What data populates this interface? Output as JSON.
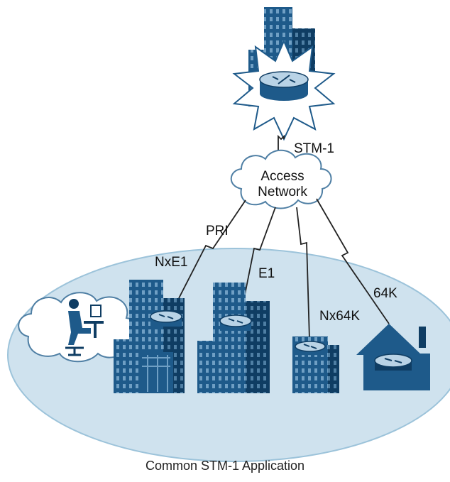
{
  "diagram": {
    "caption": "Common STM-1 Application",
    "cloud": {
      "line1": "Access",
      "line2": "Network"
    },
    "links": {
      "stm1": "STM-1",
      "pri": "PRI",
      "nxe1": "NxE1",
      "e1": "E1",
      "nx64k": "Nx64K",
      "k64": "64K"
    }
  },
  "colors": {
    "building": "#1e5a8a",
    "building_dark": "#0f3d63",
    "window": "#6f9fc4",
    "ellipse": "#cfe2ee",
    "ellipse_edge": "#9cc3da",
    "line": "#222222",
    "router": "#b9d3e6"
  },
  "icons": [
    "central-office-building-icon",
    "router-icon",
    "starburst-icon",
    "cloud-icon",
    "telecommuter-icon",
    "house-icon"
  ]
}
